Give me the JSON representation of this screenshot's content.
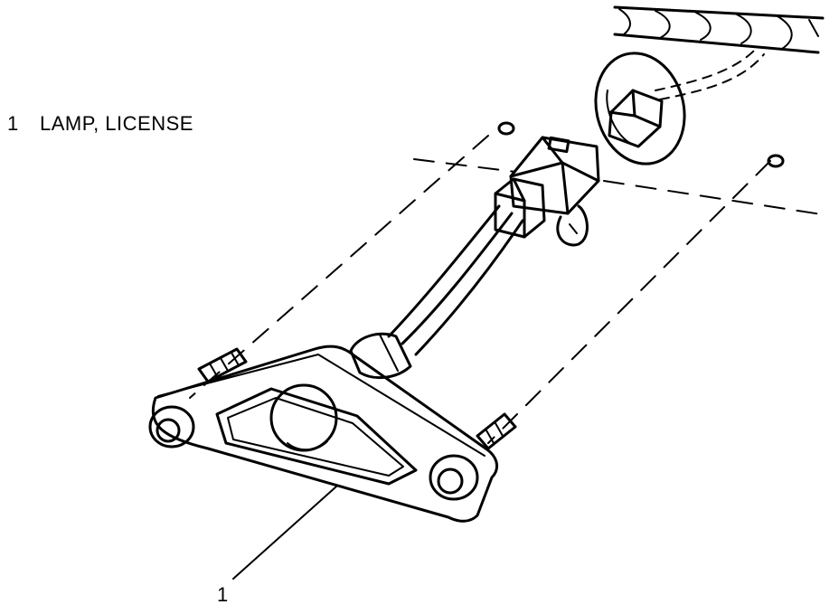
{
  "legend": [
    {
      "number": "1",
      "label": "LAMP, LICENSE"
    }
  ],
  "callouts": [
    {
      "number": "1"
    }
  ],
  "colors": {
    "ink": "#000000",
    "paper": "#ffffff"
  }
}
